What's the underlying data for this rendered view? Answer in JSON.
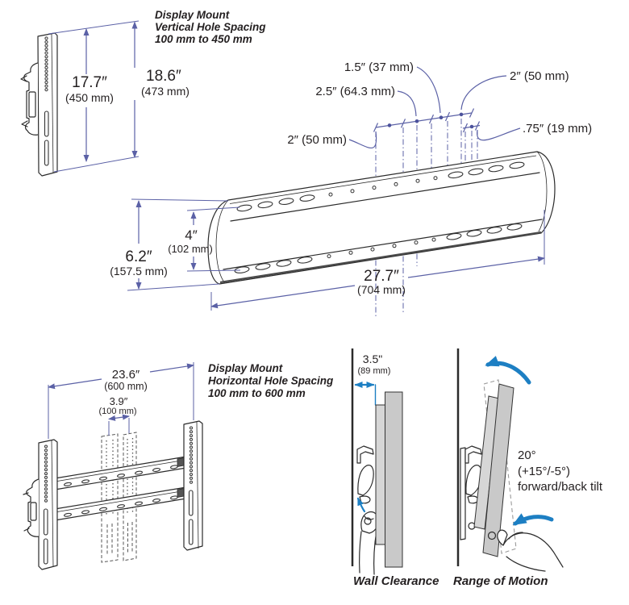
{
  "colors": {
    "dimension_line": "#5b61a6",
    "motion_arrow_blue": "#1d7fc3",
    "drawing_outline": "#2b2b2b",
    "display_gray": "#c9c9c9"
  },
  "vertical_spacing": {
    "heading": [
      "Display Mount",
      "Vertical Hole Spacing",
      "100 mm to 450 mm"
    ],
    "inner": {
      "inches": "17.7″",
      "mm": "(450 mm)"
    },
    "outer": {
      "inches": "18.6″",
      "mm": "(473 mm)"
    }
  },
  "wall_plate": {
    "hole_callouts": {
      "c_1_5": "1.5″ (37 mm)",
      "c_2_right": "2″ (50 mm)",
      "c_2_5": "2.5″ (64.3 mm)",
      "c_2_left": "2″ (50 mm)",
      "c_075": ".75″ (19 mm)"
    },
    "row_gap": {
      "inches": "4″",
      "mm": "(102 mm)"
    },
    "height": {
      "inches": "6.2″",
      "mm": "(157.5 mm)"
    },
    "width": {
      "inches": "27.7″",
      "mm": "(704 mm)"
    }
  },
  "horizontal_spacing": {
    "heading": [
      "Display Mount",
      "Horizontal Hole Spacing",
      "100 mm to 600 mm"
    ],
    "outer": {
      "inches": "23.6″",
      "mm": "(600 mm)"
    },
    "inner": {
      "inches": "3.9″",
      "mm": "(100 mm)"
    }
  },
  "wall_clearance": {
    "depth": {
      "inches": "3.5\"",
      "mm": "(89 mm)"
    },
    "caption": "Wall Clearance"
  },
  "range_of_motion": {
    "angle": "20°",
    "range": "(+15°/-5°)",
    "description": "forward/back tilt",
    "caption": "Range of Motion"
  }
}
